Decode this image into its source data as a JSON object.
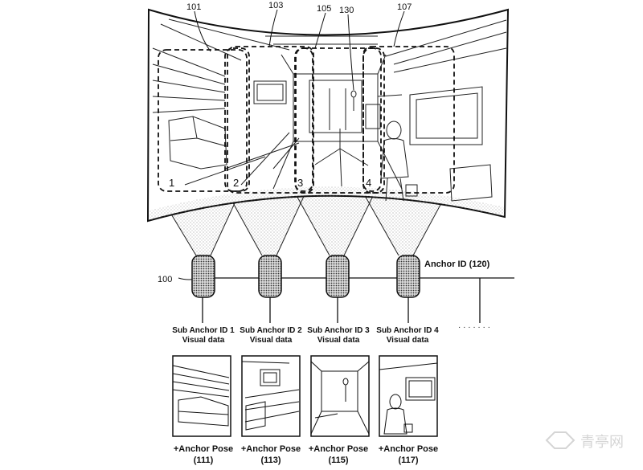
{
  "refs": {
    "ref_101": "101",
    "ref_103": "103",
    "ref_105": "105",
    "ref_130": "130",
    "ref_107": "107",
    "ref_100": "100"
  },
  "regions": [
    {
      "num": "1"
    },
    {
      "num": "2"
    },
    {
      "num": "3"
    },
    {
      "num": "4"
    }
  ],
  "anchor": {
    "label": "Anchor ID (120)",
    "ellipsis": "· · · · · · ·"
  },
  "sub_anchors": [
    {
      "title": "Sub Anchor ID 1",
      "caption": "Visual data",
      "pose": "+Anchor Pose",
      "pose_ref": "(111)"
    },
    {
      "title": "Sub Anchor ID 2",
      "caption": "Visual data",
      "pose": "+Anchor Pose",
      "pose_ref": "(113)"
    },
    {
      "title": "Sub Anchor ID 3",
      "caption": "Visual data",
      "pose": "+Anchor Pose",
      "pose_ref": "(115)"
    },
    {
      "title": "Sub Anchor ID 4",
      "caption": "Visual data",
      "pose": "+Anchor Pose",
      "pose_ref": "(117)"
    }
  ],
  "watermark": {
    "text": "青亭网"
  }
}
